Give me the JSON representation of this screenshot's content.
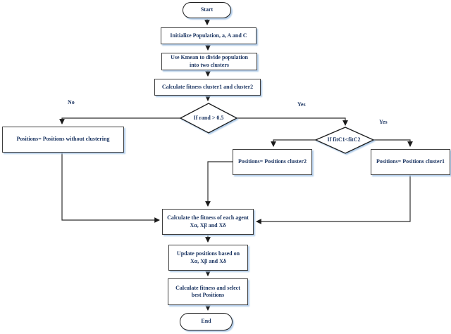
{
  "flowchart": {
    "nodes": {
      "start": {
        "label": "Start"
      },
      "init": {
        "label": "Initialize Population, a, A and C"
      },
      "kmean": {
        "line1": "Use Kmean to divide population",
        "line2": "into two clusters"
      },
      "calc_cluster_fitness": {
        "label": "Calculate fitness cluster1 and cluster2"
      },
      "decision_rand": {
        "label": "If rand > 0.5"
      },
      "no_clustering": {
        "label": "Positions= Positions without clustering"
      },
      "decision_fit": {
        "label": "If fitC1<fitC2"
      },
      "cluster2": {
        "label": "Positions= Positions cluster2"
      },
      "cluster1": {
        "label": "Positions= Positions cluster1"
      },
      "agent_fitness": {
        "line1": "Calculate the fitness of each agent",
        "line2": "Xα, Xβ and Xδ"
      },
      "update_positions": {
        "line1": "Update positions based on",
        "line2": "Xα, Xβ and Xδ"
      },
      "select_best": {
        "line1": "Calculate fitness and select",
        "line2": "best Positions"
      },
      "end": {
        "label": "End"
      }
    },
    "edge_labels": {
      "no": "No",
      "yes_rand": "Yes",
      "yes_fit": "Yes"
    },
    "colors": {
      "text": "#1F3864",
      "box_border": "#3F3F3F",
      "connector": "#2F2F2F",
      "shadow_blue": "#A8C7E7",
      "background": "#FFFFFF"
    }
  }
}
